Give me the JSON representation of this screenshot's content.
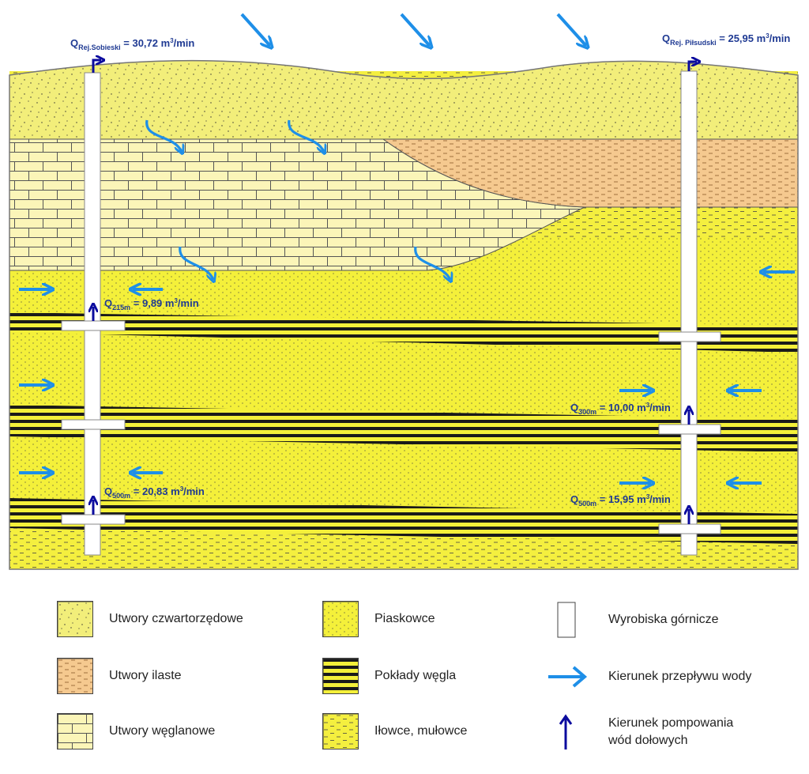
{
  "shafts": {
    "left": {
      "top_label": {
        "q": "Q",
        "sub": "Rej.Sobieski",
        "value": " = 30,72 m",
        "sup": "3",
        "unit": "/min"
      },
      "levels": [
        {
          "q": "Q",
          "sub": "215m",
          "value": " = 9,89 m",
          "sup": "3",
          "unit": "/min"
        },
        {
          "q": "Q",
          "sub": "500m",
          "value": " = 20,83 m",
          "sup": "3",
          "unit": "/min"
        }
      ]
    },
    "right": {
      "top_label": {
        "q": "Q",
        "sub": "Rej. Piłsudski",
        "value": " = 25,95 m",
        "sup": "3",
        "unit": "/min"
      },
      "levels": [
        {
          "q": "Q",
          "sub": "300m",
          "value": " = 10,00 m",
          "sup": "3",
          "unit": "/min"
        },
        {
          "q": "Q",
          "sub": "500m",
          "value": " = 15,95 m",
          "sup": "3",
          "unit": "/min"
        }
      ]
    }
  },
  "colors": {
    "quaternary": "#f2ee7a",
    "clay": "#f5c98f",
    "carbonate": "#fbf5b8",
    "sandstone": "#f4f03a",
    "claystone": "#f4ef3f",
    "coal": "#1a1a1a",
    "water_flow": "#1e8fe8",
    "pumping": "#0b0b9e"
  },
  "legend": {
    "items": [
      {
        "key": "quaternary",
        "label": "Utwory czwartorzędowe"
      },
      {
        "key": "clay",
        "label": "Utwory ilaste"
      },
      {
        "key": "carbonate",
        "label": "Utwory węglanowe"
      },
      {
        "key": "sandstone",
        "label": "Piaskowce"
      },
      {
        "key": "coal",
        "label": "Pokłady węgla"
      },
      {
        "key": "claystone",
        "label": "Iłowce, mułowce"
      },
      {
        "key": "workings",
        "label": "Wyrobiska górnicze"
      },
      {
        "key": "flow",
        "label": "Kierunek przepływu wody"
      },
      {
        "key": "pumping",
        "label": "Kierunek pompowania wód dołowych"
      }
    ]
  }
}
